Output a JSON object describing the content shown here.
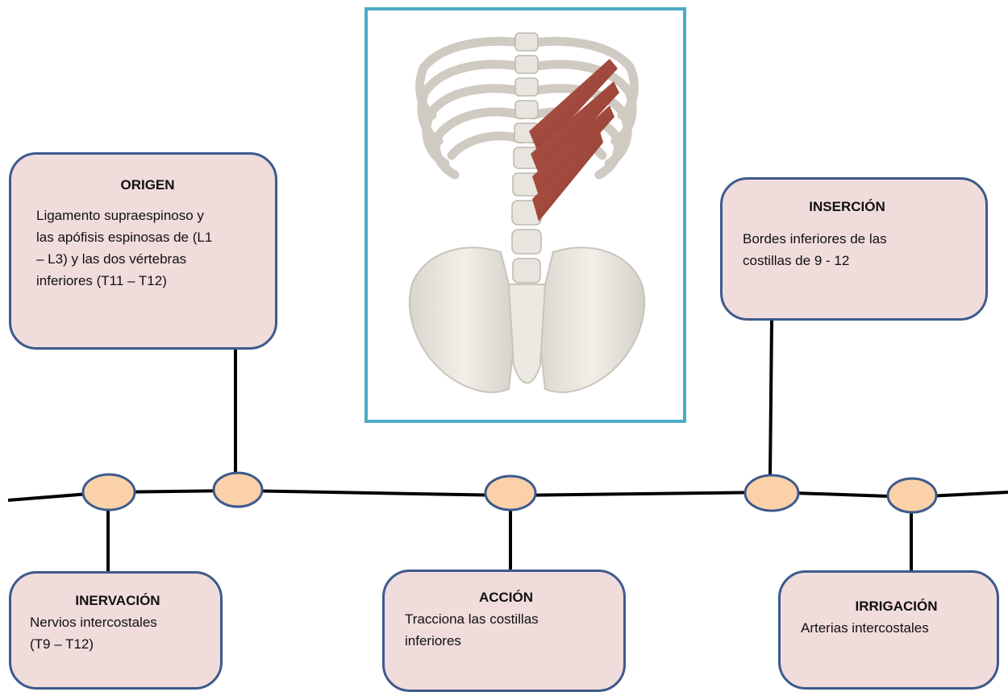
{
  "image": {
    "icon": "spine-anatomy-illustration",
    "frame_color": "#4bacc6"
  },
  "colors": {
    "box_fill": "#f1dcdc",
    "box_border": "#3d5a8c",
    "node_fill": "#fad1a9",
    "line": "#000000"
  },
  "origen": {
    "title": "ORIGEN",
    "lines": [
      "Ligamento supraespinoso y",
      "las apófisis espinosas de (L1",
      "– L3) y las dos vértebras",
      "inferiores (T11 – T12)"
    ]
  },
  "insercion": {
    "title": "INSERCIÓN",
    "lines": [
      "Bordes inferiores de las",
      "costillas de 9 - 12"
    ]
  },
  "inervacion": {
    "title": "INERVACIÓN",
    "lines": [
      "Nervios intercostales",
      "(T9 – T12)"
    ]
  },
  "accion": {
    "title": "ACCIÓN",
    "lines": [
      "Tracciona las costillas",
      "inferiores"
    ]
  },
  "irrigacion": {
    "title": "IRRIGACIÓN",
    "lines": [
      "Arterias intercostales"
    ]
  }
}
